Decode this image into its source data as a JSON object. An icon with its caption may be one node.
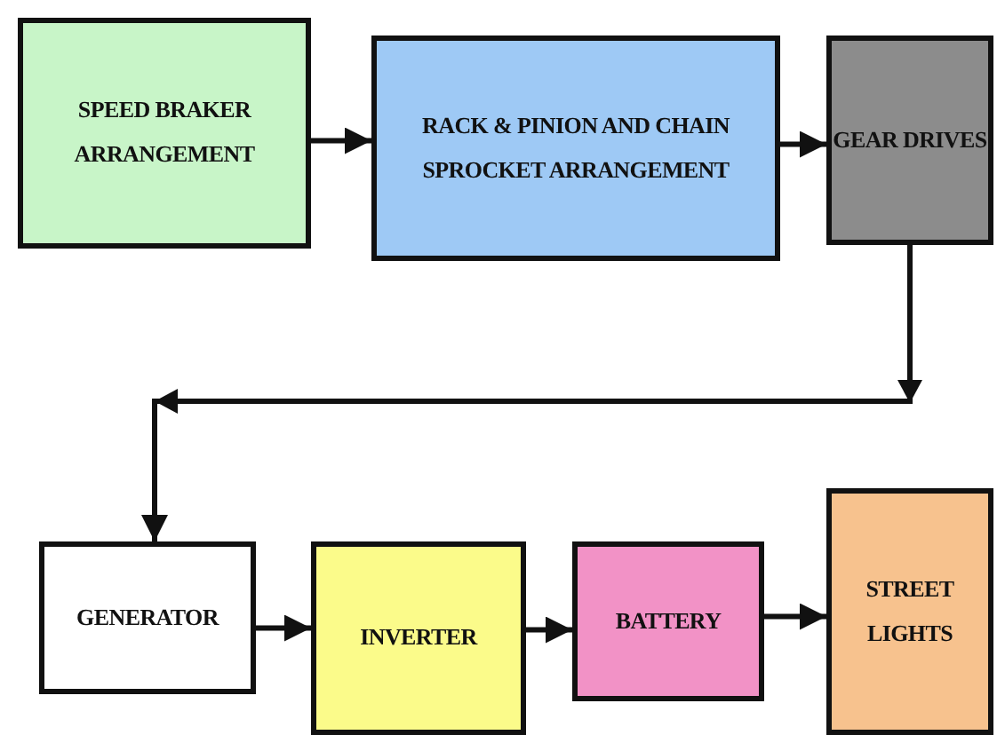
{
  "diagram": {
    "nodes": [
      {
        "text": [
          "SPEED BRAKER ARRANGEMENT"
        ]
      },
      {
        "text": [
          "RACK & PINION AND CHAIN SPROCKET ARRANGEMENT"
        ]
      },
      {
        "text": [
          "GEAR DRIVES"
        ]
      },
      {
        "text": [
          "GENERATOR"
        ]
      },
      {
        "text": [
          "INVERTER"
        ]
      },
      {
        "text": [
          "BATTERY"
        ]
      },
      {
        "text": [
          "STREET LIGHTS"
        ]
      }
    ],
    "edges": [
      {
        "from": 0,
        "to": 1,
        "arrow": "to"
      },
      {
        "from": 1,
        "to": 2,
        "arrow": "to"
      },
      {
        "from": 2,
        "to": 3,
        "arrow": "to"
      },
      {
        "from": 3,
        "to": 4,
        "arrow": "to"
      },
      {
        "from": 4,
        "to": 5,
        "arrow": "to"
      },
      {
        "from": 5,
        "to": 6,
        "arrow": "to"
      }
    ]
  }
}
